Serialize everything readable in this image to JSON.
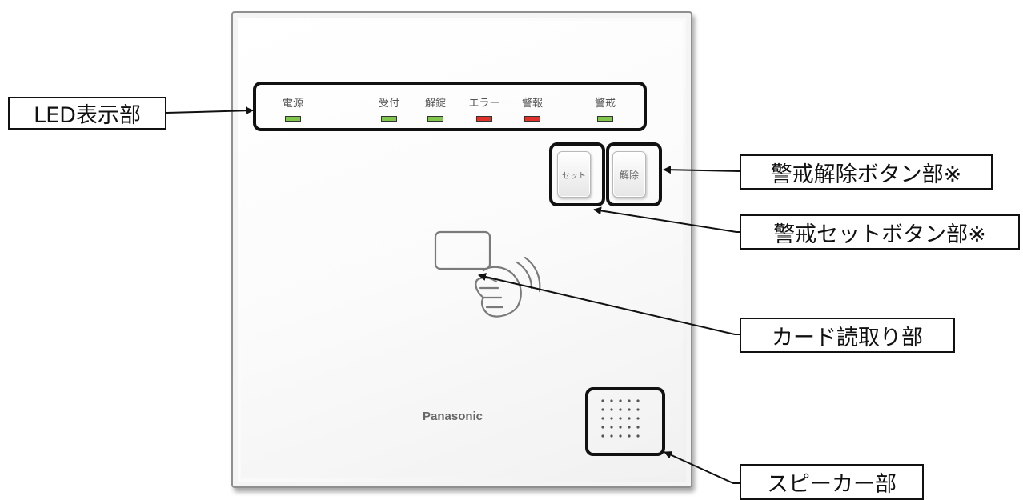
{
  "device": {
    "brand": "Panasonic",
    "leds": [
      {
        "label": "電源",
        "color": "#7fc64a"
      },
      {
        "label": "受付",
        "color": "#7fc64a"
      },
      {
        "label": "解錠",
        "color": "#7fc64a"
      },
      {
        "label": "エラー",
        "color": "#e0322b"
      },
      {
        "label": "警報",
        "color": "#e0322b"
      },
      {
        "label": "警戒",
        "color": "#7fc64a"
      }
    ],
    "buttons": {
      "set": "セット",
      "release": "解除"
    },
    "card_reader_icon": "card-hand-icon",
    "speaker_icon": "speaker-grille-icon"
  },
  "callouts": {
    "led_display": "LED表示部",
    "release_button": "警戒解除ボタン部※",
    "set_button": "警戒セットボタン部※",
    "card_reader": "カード読取り部",
    "speaker": "スピーカー部"
  }
}
